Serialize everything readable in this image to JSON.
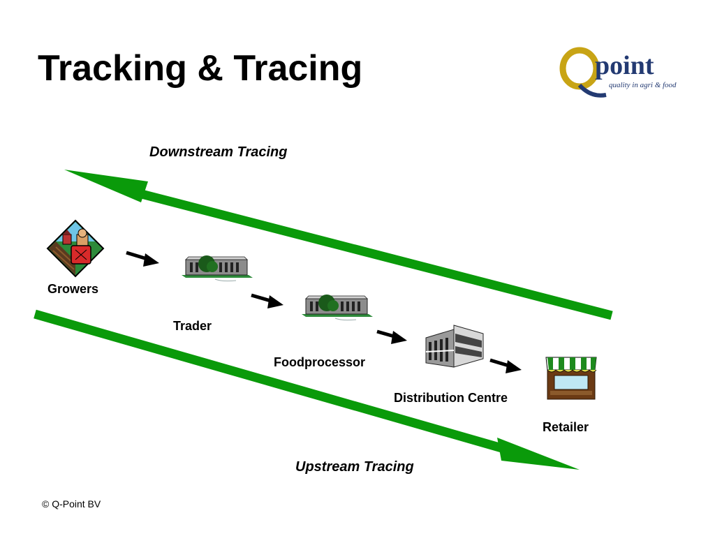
{
  "slide": {
    "title": "Tracking & Tracing",
    "footer": "© Q-Point BV"
  },
  "logo": {
    "word": "point",
    "letter": "Q",
    "tagline": "quality in agri & food"
  },
  "flows": {
    "downstream": "Downstream Tracing",
    "upstream": "Upstream Tracing"
  },
  "nodes": [
    {
      "label": "Growers",
      "icon": "farm-icon"
    },
    {
      "label": "Trader",
      "icon": "office-building-icon"
    },
    {
      "label": "Foodprocessor",
      "icon": "factory-icon"
    },
    {
      "label": "Distribution Centre",
      "icon": "warehouse-icon"
    },
    {
      "label": "Retailer",
      "icon": "shop-icon"
    }
  ],
  "colors": {
    "arrow_green": "#0a9a0a",
    "logo_blue": "#233a72",
    "logo_gold": "#c8a415"
  }
}
